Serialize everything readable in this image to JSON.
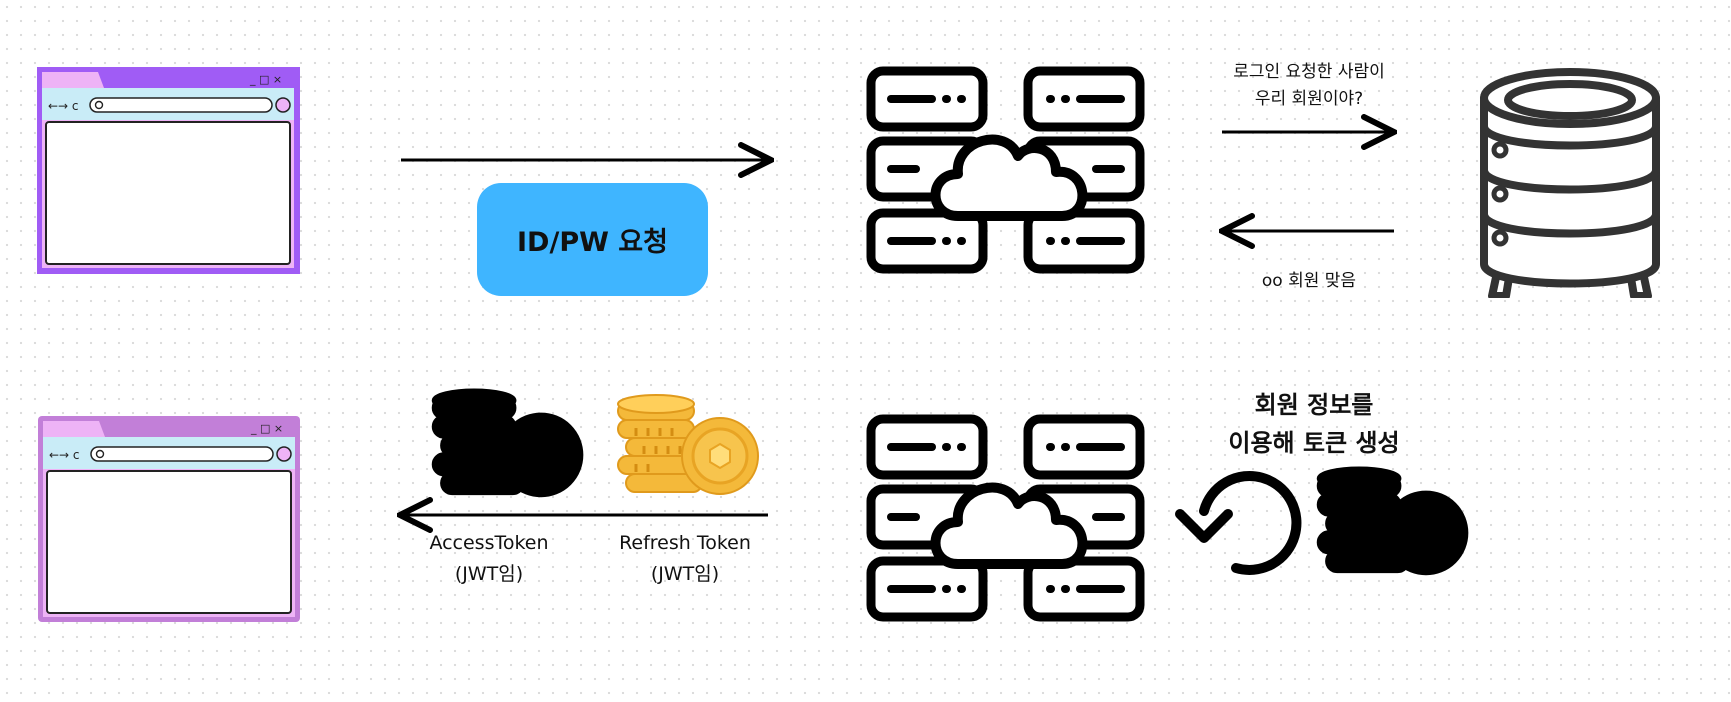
{
  "labels": {
    "id_pw_request": "ID/PW 요청",
    "is_member_question_line1": "로그인 요청한 사람이",
    "is_member_question_line2": "우리 회원이야?",
    "is_member_answer": "oo 회원 맞음",
    "generate_token_line1": "회원 정보를",
    "generate_token_line2": "이용해 토큰 생성",
    "access_token_name": "AccessToken",
    "access_token_note": "(JWT임)",
    "refresh_token_name": "Refresh Token",
    "refresh_token_note": "(JWT임)"
  },
  "colors": {
    "request_button": "#3fb5ff",
    "browser_top_border": "#a05cf5",
    "browser_bottom_border": "#c27fd8",
    "browser_tab": "#eeb3f6",
    "browser_addressbar": "#c9ecf7",
    "refresh_token_coin": "#f4b93a",
    "access_token_coin": "#ffffff"
  },
  "icons": {
    "client": "browser-window-icon",
    "server": "cloud-server-icon",
    "database": "database-icon",
    "token": "coin-stack-icon",
    "regenerate": "refresh-arrow-icon"
  }
}
